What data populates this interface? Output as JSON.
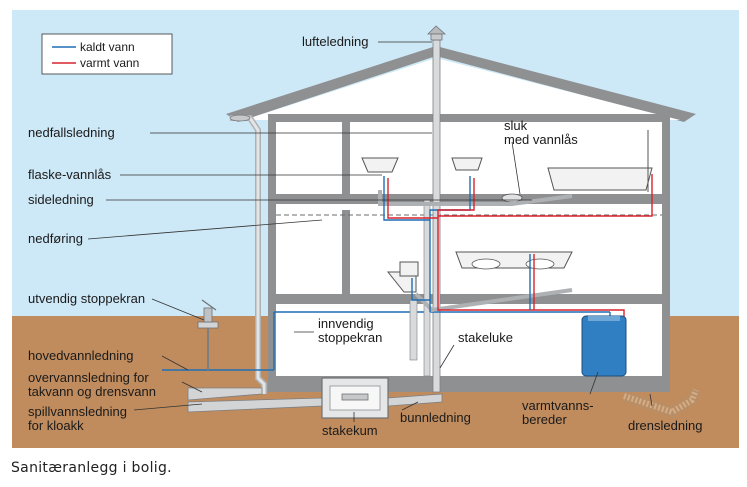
{
  "legend": {
    "cold": {
      "label": "kaldt vann",
      "color": "#1f6fb5"
    },
    "hot": {
      "label": "varmt vann",
      "color": "#d9232d"
    }
  },
  "labels": {
    "lufteledning": "lufteledning",
    "nedfallsledning": "nedfallsledning",
    "flaske_vannlas": "flaske-vannlås",
    "sideledning": "sideledning",
    "nedforing": "nedføring",
    "utvendig_stoppekran": "utvendig stoppekran",
    "hovedvannledning": "hovedvannledning",
    "overvann_1": "overvannsledning for",
    "overvann_2": "takvann og drensvann",
    "spillvann_1": "spillvannsledning",
    "spillvann_2": "for kloakk",
    "sluk_1": "sluk",
    "sluk_2": "med vannlås",
    "innvendig_1": "innvendig",
    "innvendig_2": "stoppekran",
    "stakeluke": "stakeluke",
    "stakekum": "stakekum",
    "bunnledning": "bunnledning",
    "varmtvann_1": "varmtvanns-",
    "varmtvann_2": "bereder",
    "drensledning": "drensledning"
  },
  "colors": {
    "sky": "#cde8f6",
    "ground": "#c08c5e",
    "wall": "#8e9092",
    "interior": "#ffffff",
    "tank": "#2f7fc2"
  },
  "caption": "Sanitæranlegg i bolig."
}
